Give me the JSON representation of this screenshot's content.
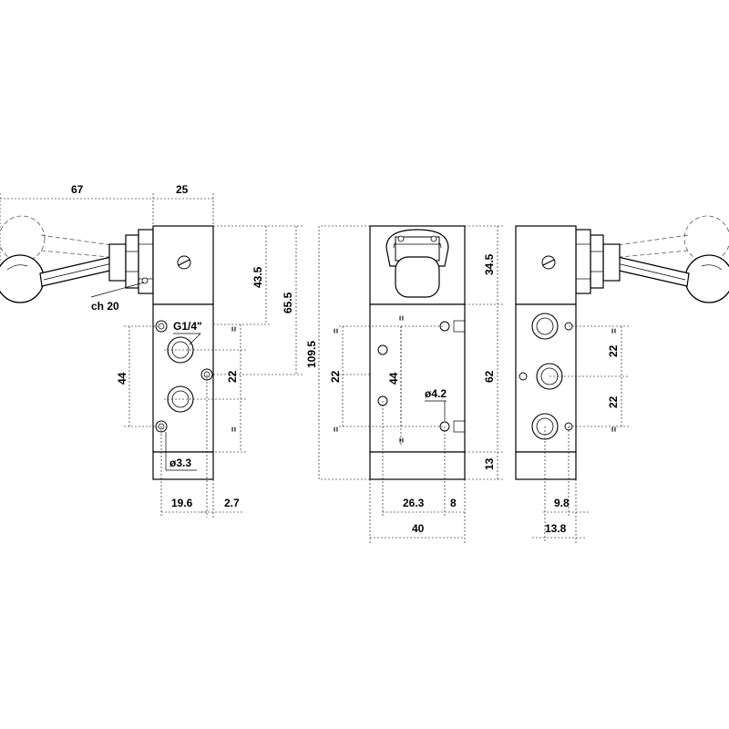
{
  "dimensions": {
    "left_handle_length": "67",
    "body_width_top": "25",
    "height_43_5": "43.5",
    "height_65_5": "65.5",
    "hex_size": "ch 20",
    "port_thread": "G1/4\"",
    "pitch_44_left": "44",
    "pitch_22_left": "22",
    "hole_dia_3_3": "ø3.3",
    "offset_19_6": "19.6",
    "offset_2_7": "2.7",
    "total_height": "109.5",
    "pitch_22_center": "22",
    "pitch_44_center": "44",
    "hole_dia_4_2": "ø4.2",
    "height_34_5": "34.5",
    "height_62": "62",
    "height_13": "13",
    "offset_26_3": "26.3",
    "offset_8": "8",
    "body_width_40": "40",
    "pitch_22_right_a": "22",
    "pitch_22_right_b": "22",
    "offset_9_8": "9.8",
    "offset_13_8": "13.8"
  },
  "equal_mark": "="
}
